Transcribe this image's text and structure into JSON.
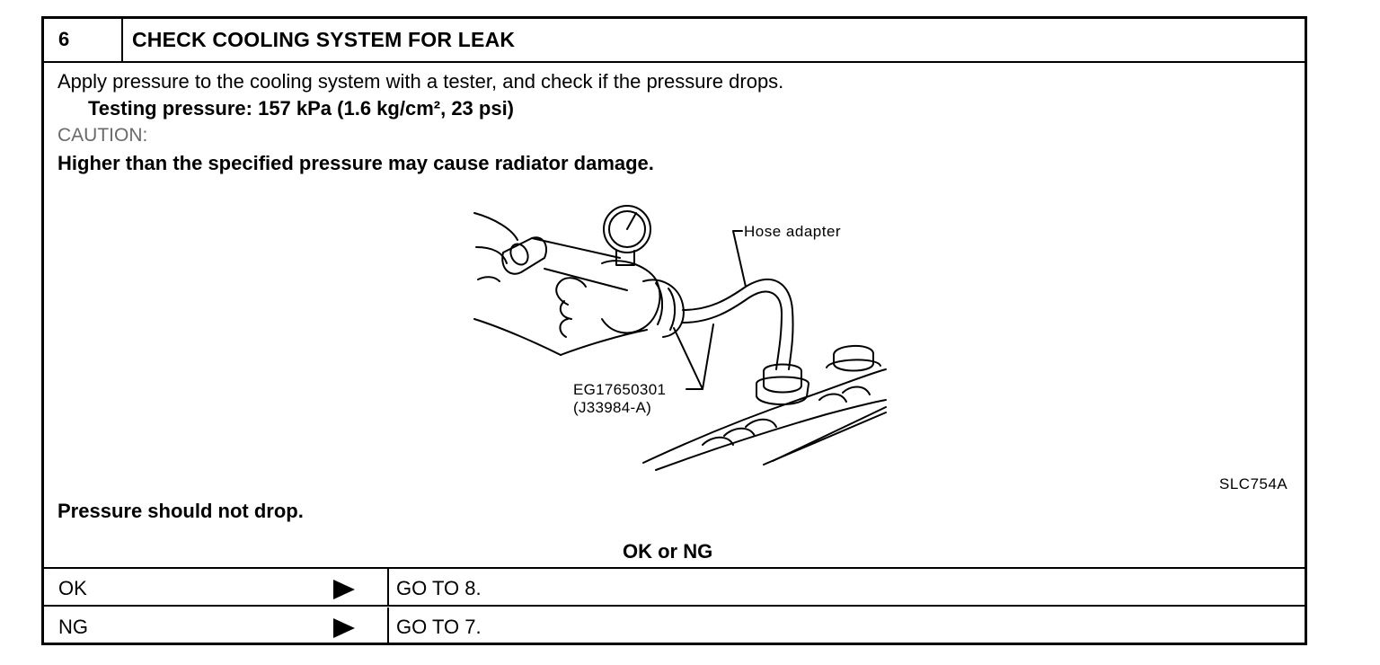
{
  "step": {
    "number": "6",
    "title": "CHECK COOLING SYSTEM FOR LEAK"
  },
  "body": {
    "instruction": "Apply pressure to the cooling system with a tester, and check if the pressure drops.",
    "testing_pressure": "Testing pressure: 157 kPa (1.6 kg/cm², 23 psi)",
    "caution_label": "CAUTION:",
    "caution_text": "Higher than the specified pressure may cause radiator damage."
  },
  "figure": {
    "label_hose": "Hose adapter",
    "label_tool_1": "EG17650301",
    "label_tool_2": "(J33984-A)",
    "code": "SLC754A"
  },
  "result": {
    "expectation": "Pressure should not drop.",
    "heading": "OK or NG",
    "rows": [
      {
        "label": "OK",
        "action": "GO TO 8."
      },
      {
        "label": "NG",
        "action": "GO TO 7."
      }
    ]
  }
}
